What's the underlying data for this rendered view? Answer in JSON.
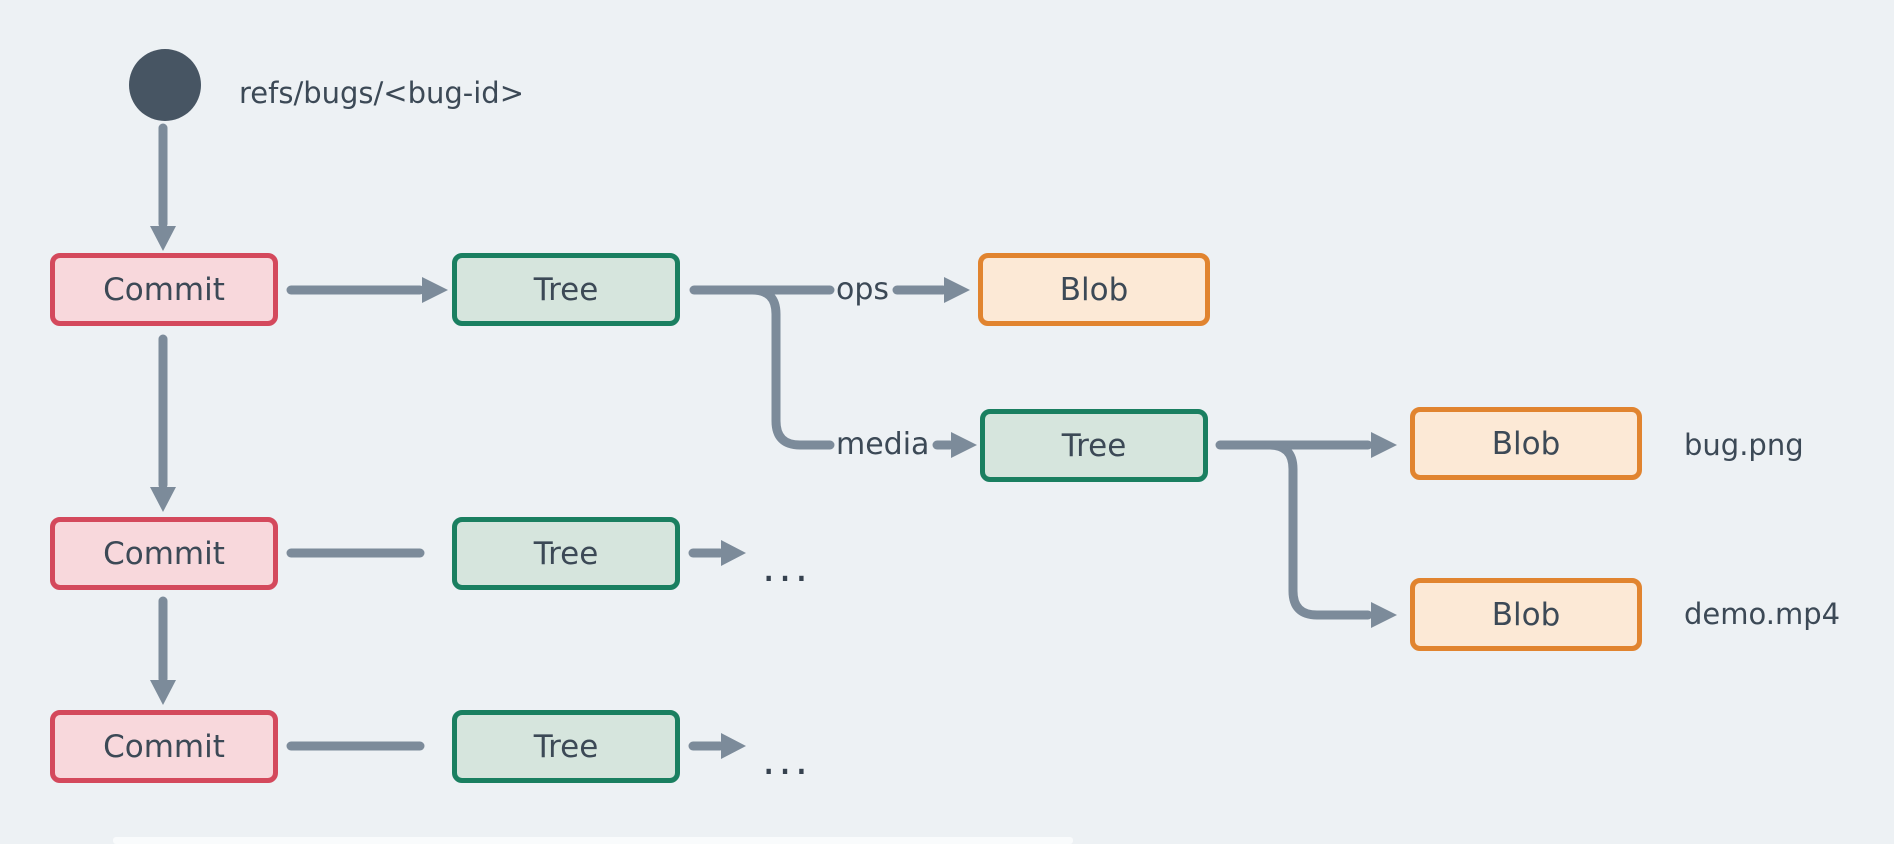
{
  "diagram": {
    "type": "git-object-graph",
    "ref": {
      "label": "refs/bugs/<bug-id>"
    },
    "nodes": [
      {
        "id": "commit-1",
        "type": "commit",
        "label": "Commit"
      },
      {
        "id": "tree-1",
        "type": "tree",
        "label": "Tree"
      },
      {
        "id": "blob-ops",
        "type": "blob",
        "label": "Blob"
      },
      {
        "id": "tree-media",
        "type": "tree",
        "label": "Tree"
      },
      {
        "id": "blob-bug",
        "type": "blob",
        "label": "Blob"
      },
      {
        "id": "blob-demo",
        "type": "blob",
        "label": "Blob"
      },
      {
        "id": "commit-2",
        "type": "commit",
        "label": "Commit"
      },
      {
        "id": "tree-2",
        "type": "tree",
        "label": "Tree"
      },
      {
        "id": "commit-3",
        "type": "commit",
        "label": "Commit"
      },
      {
        "id": "tree-3",
        "type": "tree",
        "label": "Tree"
      }
    ],
    "edge_labels": [
      {
        "id": "ops",
        "label": "ops"
      },
      {
        "id": "media",
        "label": "media"
      }
    ],
    "file_labels": [
      {
        "id": "bug",
        "label": "bug.png"
      },
      {
        "id": "demo",
        "label": "demo.mp4"
      }
    ],
    "ellipsis": "...",
    "colors": {
      "background": "#edf1f4",
      "commit_fill": "#f8d8dc",
      "commit_border": "#d4495c",
      "tree_fill": "#d6e5dd",
      "tree_border": "#1a7f60",
      "blob_fill": "#fce9d6",
      "blob_border": "#e1842f",
      "connector": "#7c8b9a",
      "text": "#3c4956",
      "ref_circle": "#475563"
    }
  }
}
